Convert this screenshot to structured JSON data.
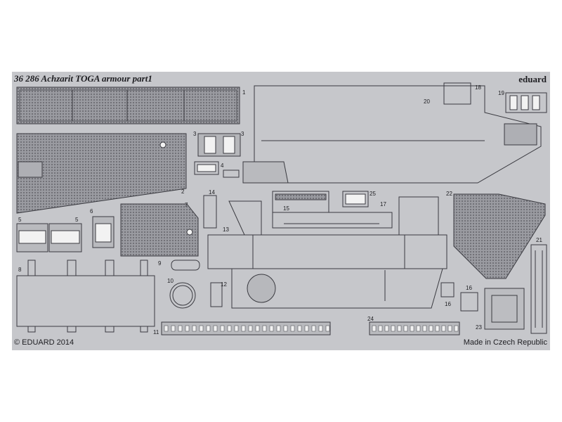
{
  "fret": {
    "title": "36 286   Achzarit TOGA armour    part1",
    "brand": "eduard",
    "copyright": "© EDUARD 2014",
    "origin": "Made in Czech Republic"
  },
  "part_numbers": {
    "p1": "1",
    "p2": "2",
    "p3a": "3",
    "p3b": "3",
    "p4": "4",
    "p5a": "5",
    "p5b": "5",
    "p6": "6",
    "p7": "7",
    "p8": "8",
    "p9": "9",
    "p10": "10",
    "p11": "11",
    "p12": "12",
    "p13": "13",
    "p14": "14",
    "p15": "15",
    "p16a": "16",
    "p16b": "16",
    "p17": "17",
    "p18": "18",
    "p19": "19",
    "p20": "20",
    "p21": "21",
    "p22": "22",
    "p23": "23",
    "p24": "24",
    "p25": "25"
  },
  "colors": {
    "fret": "#c6c7cb",
    "outline": "#3a3a40",
    "mesh": "#8d8e94",
    "hole": "#f2f2f2"
  }
}
